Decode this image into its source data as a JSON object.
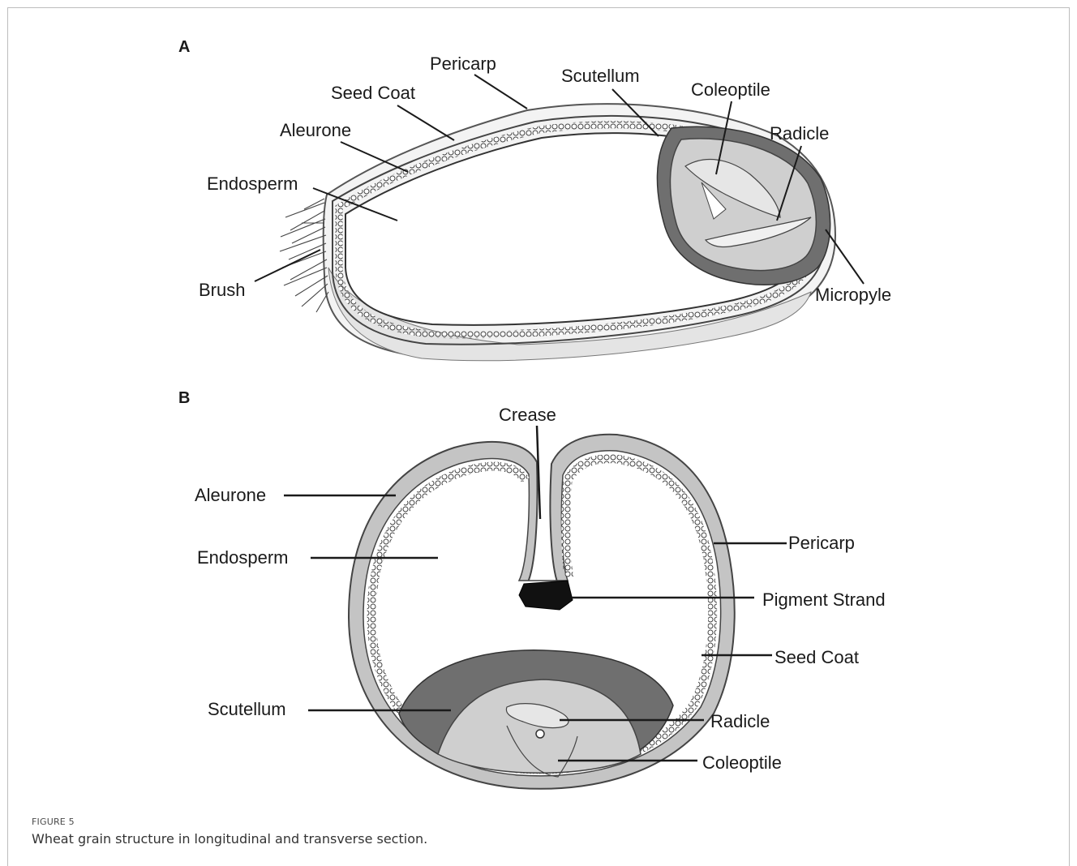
{
  "panels": {
    "a": {
      "letter": "A",
      "labels": {
        "pericarp": "Pericarp",
        "seed_coat": "Seed Coat",
        "aleurone": "Aleurone",
        "endosperm": "Endosperm",
        "brush": "Brush",
        "scutellum": "Scutellum",
        "coleoptile": "Coleoptile",
        "radicle": "Radicle",
        "micropyle": "Micropyle"
      }
    },
    "b": {
      "letter": "B",
      "labels": {
        "crease": "Crease",
        "aleurone": "Aleurone",
        "endosperm": "Endosperm",
        "pericarp": "Pericarp",
        "pigment_strand": "Pigment Strand",
        "seed_coat": "Seed Coat",
        "scutellum": "Scutellum",
        "radicle": "Radicle",
        "coleoptile": "Coleoptile"
      }
    }
  },
  "colors": {
    "scutellum_fill": "#6f6f6f",
    "embryo_fill": "#cfcfcf",
    "pericarp_fill": "#c4c4c4",
    "pigment_strand": "#111111"
  },
  "caption": {
    "figure_number": "FIGURE 5",
    "text": "Wheat grain structure in longitudinal and transverse section."
  }
}
